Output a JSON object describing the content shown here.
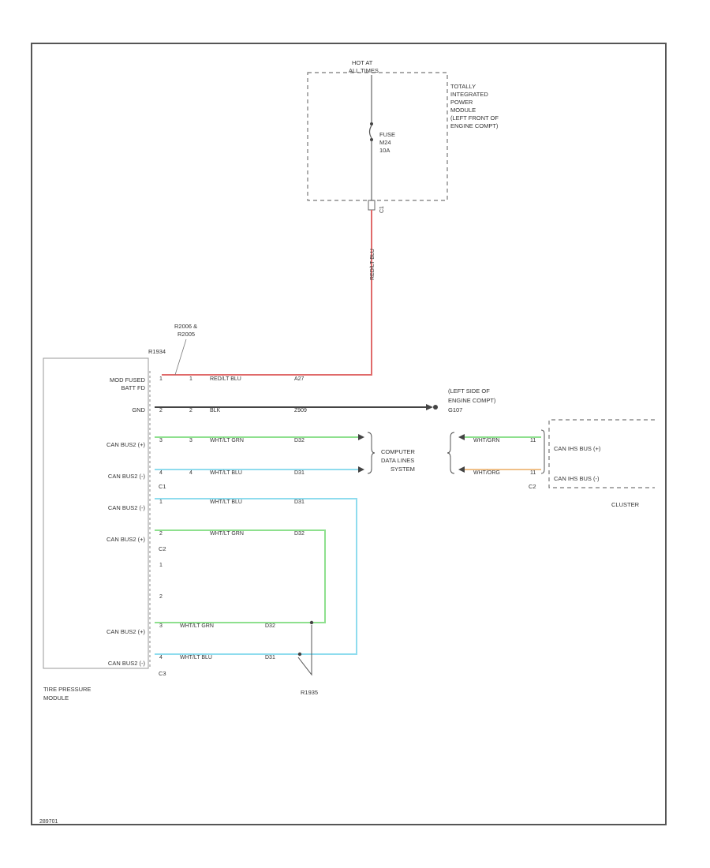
{
  "tipm": {
    "hot_line1": "HOT AT",
    "hot_line2": "ALL TIMES",
    "name_lines": [
      "TOTALLY",
      "INTEGRATED",
      "POWER",
      "MODULE",
      "(LEFT FRONT OF",
      "ENGINE COMPT)"
    ],
    "fuse_lines": [
      "FUSE",
      "M24",
      "10A"
    ],
    "connector": "C1"
  },
  "splice_top_lines": [
    "R2006 &",
    "R2005"
  ],
  "splice_left": "R1934",
  "splice_bottom": "R1935",
  "tpm": {
    "name_lines": [
      "TIRE PRESSURE",
      "MODULE"
    ],
    "conn_c1": "C1",
    "conn_c2": "C2",
    "conn_c3": "C3",
    "pins": [
      {
        "id": "c1_1",
        "label_lines": [
          "MOD FUSED",
          "BATT FD"
        ],
        "cav": "1",
        "pin": "1",
        "color": "RED/LT BLU",
        "circuit": "A27"
      },
      {
        "id": "c1_2",
        "label_lines": [
          "GND"
        ],
        "cav": "2",
        "pin": "2",
        "color": "BLK",
        "circuit": "Z909"
      },
      {
        "id": "c1_3",
        "label_lines": [
          "CAN BUS2 (+)"
        ],
        "cav": "3",
        "pin": "3",
        "color": "WHT/LT GRN",
        "circuit": "D32"
      },
      {
        "id": "c1_4",
        "label_lines": [
          "CAN BUS2 (-)"
        ],
        "cav": "4",
        "pin": "4",
        "color": "WHT/LT BLU",
        "circuit": "D31"
      },
      {
        "id": "c2_1",
        "label_lines": [
          "CAN BUS2 (-)"
        ],
        "cav": "1",
        "color": "WHT/LT BLU",
        "circuit": "D31"
      },
      {
        "id": "c2_2",
        "label_lines": [
          "CAN BUS2 (+)"
        ],
        "cav": "2",
        "color": "WHT/LT GRN",
        "circuit": "D32"
      },
      {
        "id": "c3_1",
        "label_lines": [],
        "cav": "1"
      },
      {
        "id": "c3_2",
        "label_lines": [],
        "cav": "2"
      },
      {
        "id": "c3_3",
        "label_lines": [
          "CAN BUS2 (+)"
        ],
        "cav": "3",
        "color": "WHT/LT GRN",
        "circuit": "D32"
      },
      {
        "id": "c3_4",
        "label_lines": [
          "CAN BUS2 (-)"
        ],
        "cav": "4",
        "color": "WHT/LT BLU",
        "circuit": "D31"
      }
    ]
  },
  "ground": {
    "lines": [
      "(LEFT SIDE OF",
      "ENGINE COMPT)",
      "G107"
    ]
  },
  "computer_data_lines": [
    "COMPUTER",
    "DATA LINES",
    "SYSTEM"
  ],
  "cluster": {
    "name": "CLUSTER",
    "connector": "C2",
    "wires": [
      {
        "color": "WHT/GRN",
        "pin": "11",
        "label": "CAN IHS BUS (+)"
      },
      {
        "color": "WHT/ORG",
        "pin": "11",
        "label": "CAN IHS BUS (-)"
      }
    ]
  },
  "figure_id": "289701",
  "colors": {
    "red": "#e06a6a",
    "black": "#444444",
    "green": "#8ee08e",
    "blue": "#8fdcee",
    "orange": "#f0c088"
  }
}
